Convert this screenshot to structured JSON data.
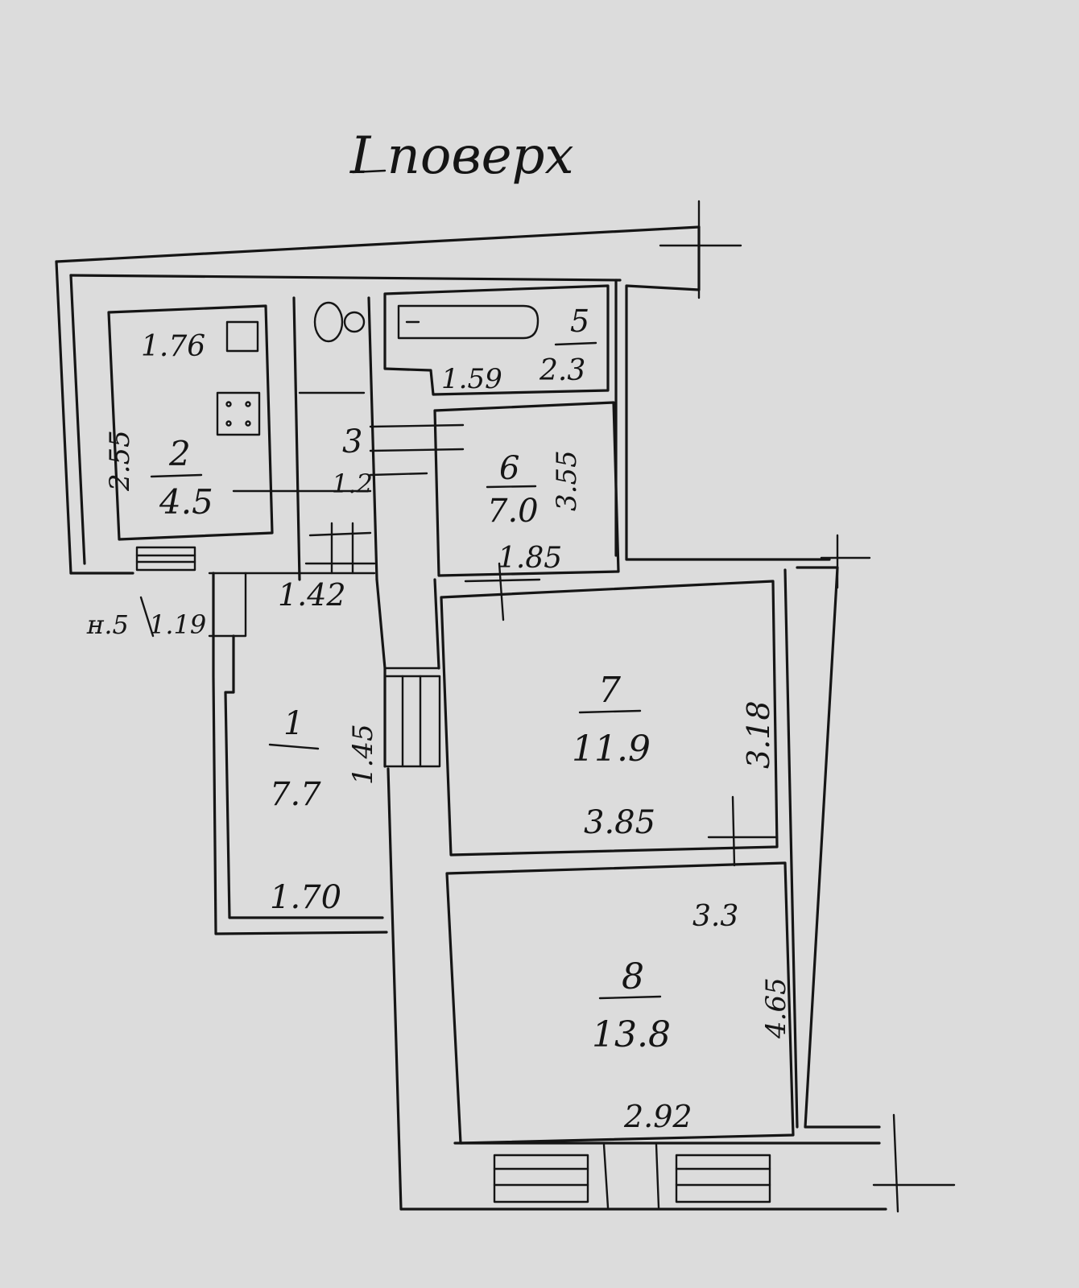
{
  "title": "I поверх",
  "rooms": {
    "r1": {
      "number": "1",
      "area": "7.7",
      "dims": [
        "1.45",
        "1.70"
      ]
    },
    "r2": {
      "number": "2",
      "area": "4.5",
      "dims": [
        "1.76",
        "2.55"
      ]
    },
    "r3": {
      "number": "3",
      "area": "1.2",
      "dims": [
        "1.42"
      ]
    },
    "r5": {
      "number": "5",
      "area": "2.3",
      "dims": [
        "1.59"
      ]
    },
    "r6": {
      "number": "6",
      "area": "7.0",
      "dims": [
        "1.85",
        "3.55"
      ]
    },
    "r7": {
      "number": "7",
      "area": "11.9",
      "dims": [
        "3.85",
        "3.18"
      ]
    },
    "r8": {
      "number": "8",
      "area": "13.8",
      "dims": [
        "3.3",
        "2.92",
        "4.65"
      ]
    }
  },
  "other_labels": [
    "ʜ.5",
    "1.19"
  ]
}
